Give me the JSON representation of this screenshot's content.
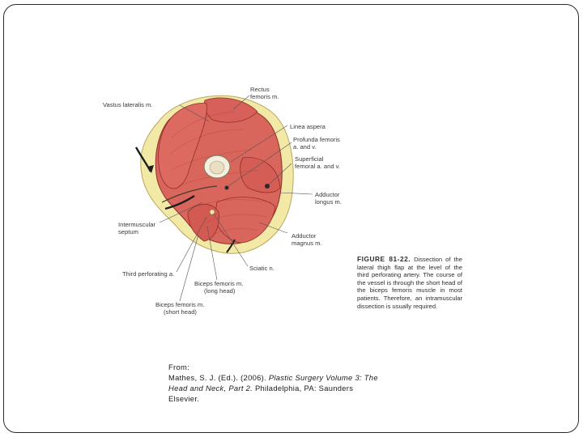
{
  "figure": {
    "labels": {
      "rectus_femoris": [
        "Rectus",
        "femoris m."
      ],
      "vastus_lateralis": "Vastus lateralis m.",
      "linea_aspera": "Linea aspera",
      "profunda_femoris": [
        "Profunda femoris",
        "a. and v."
      ],
      "superficial_femoral": [
        "Superficial",
        "femoral a. and v."
      ],
      "adductor_longus": [
        "Adductor",
        "longus m."
      ],
      "intermuscular_septum": [
        "Intermuscular",
        "septum"
      ],
      "adductor_magnus": [
        "Adductor",
        "magnus m."
      ],
      "sciatic": "Sciatic n.",
      "third_perforating": "Third perforating a.",
      "biceps_long": [
        "Biceps femoris m.",
        "(long head)"
      ],
      "biceps_short": [
        "Biceps femoris m.",
        "(short head)"
      ]
    },
    "caption_number": "FIGURE 81-22.",
    "caption_text": "Dissection of the lateral thigh flap at the level of the third perforating artery. The course of the vessel is through the short head of the biceps femoris muscle in most patients. Therefore, an intramuscular dissection is usually required."
  },
  "citation": {
    "from": "From:",
    "authors": "Mathes, S. J. (Ed.). (2006).",
    "title": "Plastic Surgery Volume 3: The Head and Neck, Part 2.",
    "publisher": "Philadelphia, PA: Saunders Elsevier."
  },
  "colors": {
    "muscle": "#d9665c",
    "muscle_dark": "#a8362f",
    "fat": "#f2e9a6",
    "bone": "#f4efe0"
  }
}
